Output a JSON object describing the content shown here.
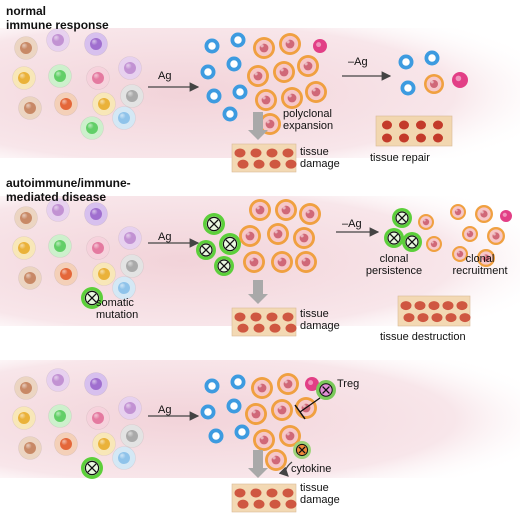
{
  "panels": [
    {
      "id": "normal",
      "title_line1": "normal",
      "title_line2": "immune response",
      "ag_label": "Ag",
      "minus_ag_label": "–Ag",
      "expansion_line1": "polyclonal",
      "expansion_line2": "expansion",
      "damage_line1": "tissue",
      "damage_line2": "damage",
      "repair_label": "tissue repair"
    },
    {
      "id": "autoimmune",
      "title_line1": "autoimmune/immune-",
      "title_line2": "mediated disease",
      "ag_label": "Ag",
      "minus_ag_label": "–Ag",
      "mutation_line1": "somatic",
      "mutation_line2": "mutation",
      "persistence_line1": "clonal",
      "persistence_line2": "persistence",
      "recruitment_line1": "clonal",
      "recruitment_line2": "recruitment",
      "damage_line1": "tissue",
      "damage_line2": "damage",
      "destruction_label": "tissue destruction"
    },
    {
      "id": "regulation",
      "ag_label": "Ag",
      "treg_label": "Treg",
      "cytokine_label": "cytokine",
      "damage_line1": "tissue",
      "damage_line2": "damage"
    }
  ],
  "colors": {
    "band": "#f6dfe3",
    "arrow": "#444444",
    "big_arrow": "#a9a9a9",
    "expanded_cell_ring": "#f0a040",
    "expanded_cell_core": "#d06878",
    "blue_cell": "#3d9be0",
    "mutant_cell": "#5ccf3a",
    "tissue_bg": "#f3d9b4",
    "tissue_blob": "#c8402d"
  }
}
